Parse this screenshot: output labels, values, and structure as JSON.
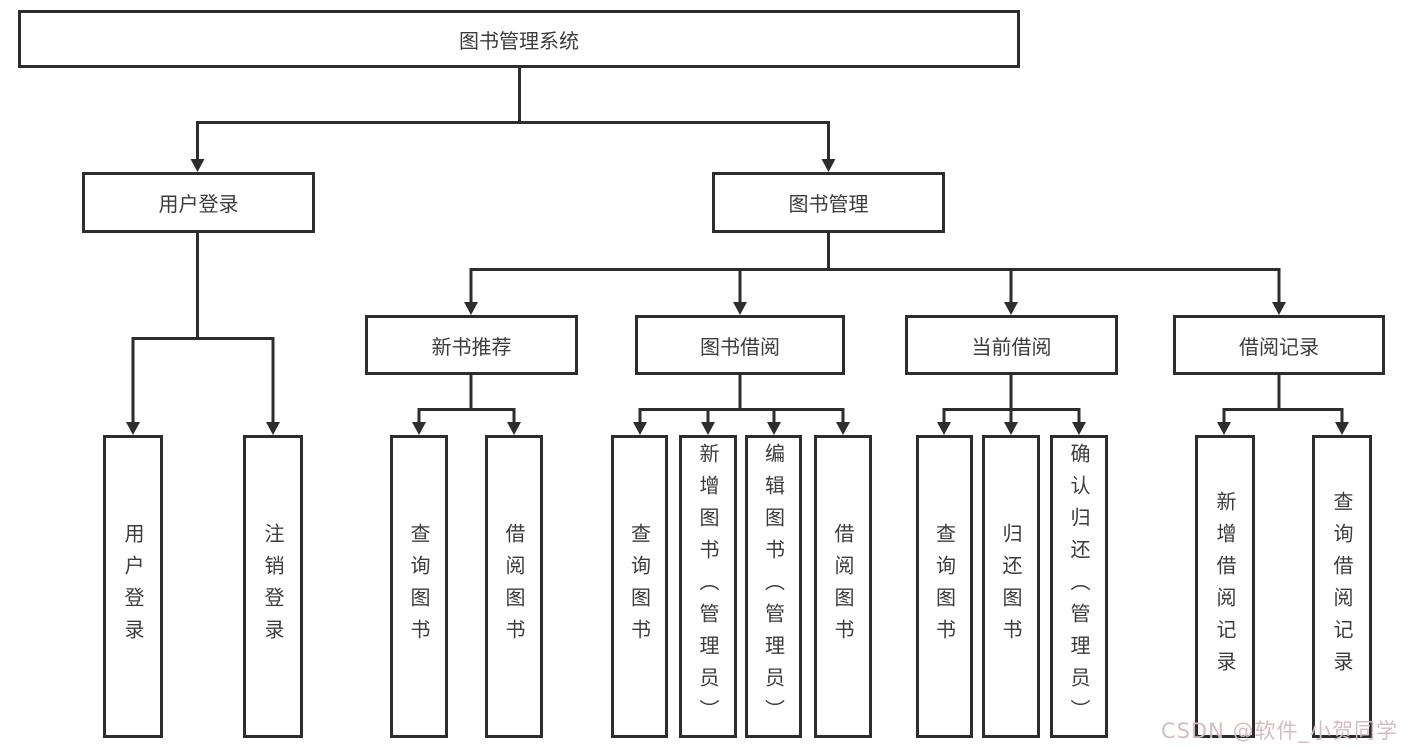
{
  "tree": {
    "root": {
      "label": "图书管理系统"
    },
    "branches": [
      {
        "label": "用户登录",
        "leaves": [
          "用户登录",
          "注销登录"
        ]
      },
      {
        "label": "图书管理",
        "groups": [
          {
            "label": "新书推荐",
            "leaves": [
              "查询图书",
              "借阅图书"
            ]
          },
          {
            "label": "图书借阅",
            "leaves": [
              "查询图书",
              "新增图书（管理员）",
              "编辑图书（管理员）",
              "借阅图书"
            ]
          },
          {
            "label": "当前借阅",
            "leaves": [
              "查询图书",
              "归还图书",
              "确认归还（管理员）"
            ]
          },
          {
            "label": "借阅记录",
            "leaves": [
              "新增借阅记录",
              "查询借阅记录"
            ]
          }
        ]
      }
    ]
  },
  "watermark": {
    "text": "CSDN @软件_小贺同学",
    "color": "#d6bdbd"
  },
  "colors": {
    "border": "#2d2d2d",
    "connector": "#2d2d2d",
    "text": "#3c3c3c",
    "background": "#ffffff"
  }
}
